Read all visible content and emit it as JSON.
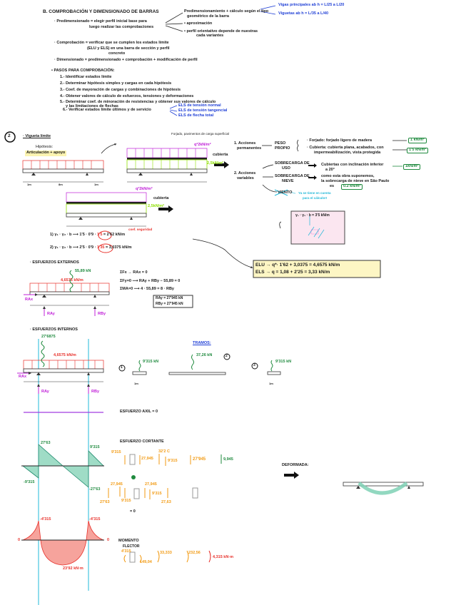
{
  "section_b": {
    "title": "B. COMPROBACIÓN Y DIMENSIONADO DE BARRAS",
    "predim_1": "· Predimensionado = elegir perfil inicial base para",
    "predim_2": "luego realizar las comprobaciones",
    "branches": [
      "Predimensionamiento + cálculo según el tipo",
      "geométrico de la barra",
      "• aproximación",
      "• perfil orientativo depende de nuestras",
      "cada variantes"
    ],
    "blue_rules": [
      "Vigas principales ab h = L/25 a L/20",
      "Viguetas ab h = L/35 a L/40"
    ],
    "comprob_1": "· Comprobación = verificar que se cumplen los estados límite",
    "comprob_2": "(ELU y ELS) en una barra de sección y perfil",
    "comprob_3": "concreto",
    "dimens": "· Dimensionado = predimensionado + comprobación + modificación de perfil",
    "pasos_title": "• PASOS PARA COMPROBACIÓN:",
    "pasos": [
      "1.- Identificar estados límite",
      "2.- Determinar hipótesis simples y cargas en cada hipótesis",
      "3.- Coef. de mayoración de cargas y combinaciones de hipótesis",
      "4.- Obtener valores de cálculo de esfuerzos, tensiones y deformaciones",
      "5.- Determinar coef. de minoración de resistencias y obtener sus valores de cálculo",
      "y las limitaciones de flechas",
      "6.- Verificar estados límite últimos y de servicio"
    ],
    "els": [
      "ELS de tensión normal",
      "ELS de tensión tangencial",
      "ELS de flecha total"
    ]
  },
  "section_2": {
    "number": "2",
    "title": "· Vigueta límite",
    "note": "Forjado, pavimentos de carga superficial",
    "hipotesis_label": "Hipótesis:",
    "hipotesis": "Articulación + apoyo",
    "dims": [
      "1m",
      "8m",
      "1m"
    ],
    "load_top": "q²2kN/m²",
    "cubierta": "cubierta",
    "load_green": "2,5kN/m²",
    "coef_label": "coef. seguridad",
    "eq1": "1) γ₁ · γ₂ · b  ⟶  1'5 · 0'9 · ",
    "eq1_circ": "1'5",
    "eq1_res": " = 2'62 kN/m",
    "eq2": "2) γ₁ · γ₂ · b  ⟶  2'5 · 0'9 · ",
    "eq2_circ": "1'35",
    "eq2_res": " = 3,0375 kN/m"
  },
  "acciones": {
    "perm": [
      "1. Acciones",
      "permanentes"
    ],
    "peso_propio": [
      "PESO",
      "PROPIO"
    ],
    "forjado": "· Forjado: forjado ligero de madera",
    "forjado_val": "1 kN/m²",
    "cubierta_1": "· Cubierta: cubierta plana, acabados, con",
    "cubierta_2": "impermeabilización, vista protegida",
    "cubierta_val": "1'5 kN/m²",
    "var": [
      "2. Acciones",
      "variables"
    ],
    "uso": [
      "SOBRECARGA DE",
      "USO"
    ],
    "uso_desc": [
      "Cubiertas con inclinación inferior",
      "a 20°"
    ],
    "uso_val": "1kN/m²",
    "nieve": [
      "SOBRECARGA DE",
      "NIEVE"
    ],
    "nieve_desc": [
      "como esta obra suponemos,",
      "la sobrecarga de nieve en São Paulo",
      "es"
    ],
    "nieve_val": "0.2 kN/m²",
    "viento": "VIENTO",
    "viento_note": [
      "Ya se tiene en cuenta",
      "para el cálculo!!"
    ],
    "pink_eq": "γ₁ · γ₂ · b = 3'5 kN/m",
    "elu": "ELU  →  q*· 1'62 + 3,0375 = 4,6575 kN/m",
    "els": "ELS  →  q = 1,08 + 2'25 = 3,33 kN/m"
  },
  "externos": {
    "title": "· ESFUERZOS EXTERNOS",
    "resultant": "55,89 kN",
    "load": "4,6575 kN/m",
    "rax": "RAx",
    "ray": "RAy",
    "rby": "RBy",
    "eqs": [
      "ΣFx  →  RAx = 0",
      "ΣFy=0  ⟶  RAy + RBy − 55,89 = 0",
      "ΣMA=0  ⟶  4 · 55,89  =  8 · RBy"
    ],
    "results": [
      "RAy = 27'945 kN",
      "RBy = 27'945 kN"
    ]
  },
  "internos": {
    "title": "· ESFUERZOS INTERNOS",
    "resultant": "27'6875",
    "load": "4,6575 kN/m",
    "tramos_title": "TRAMOS:",
    "tramo1": "1",
    "tramo1_load": "9'315 kN",
    "tramo2": "2",
    "tramo2_load": "37,26 kN",
    "tramo3": "3",
    "tramo3_load": "9'315 kN",
    "len": "1m",
    "axil": "ESFUERZO AXIL = 0"
  },
  "cortante": {
    "title": "ESFUERZO CORTANTE",
    "labels": [
      "27'63",
      "-9'315",
      "-27'63",
      "9'315"
    ],
    "row1": [
      "9'315",
      "27,945",
      "32'2 C",
      "9'315",
      "27'945",
      "9,945"
    ],
    "row2": [
      "27'63",
      "27,945",
      "9'315",
      "27,945",
      "9'315",
      "27,63"
    ],
    "eq0": "= 0"
  },
  "deformada": {
    "title": "DEFORMADA:"
  },
  "momento": {
    "title_1": "MOMENTO",
    "title_2": "FLECTOR",
    "labels": [
      "-4'315",
      "-4'315",
      "0",
      "0",
      "23'92 kN·m"
    ],
    "row": [
      "4'315",
      "149,04",
      "33,333",
      "232,56",
      "4,315 kN·m"
    ]
  },
  "colors": {
    "load": "#e8302a",
    "purple": "#c020d8",
    "green": "#8ee000",
    "shear": "#7fd1b5",
    "moment": "#f28b82",
    "axis": "#22b8d8"
  }
}
